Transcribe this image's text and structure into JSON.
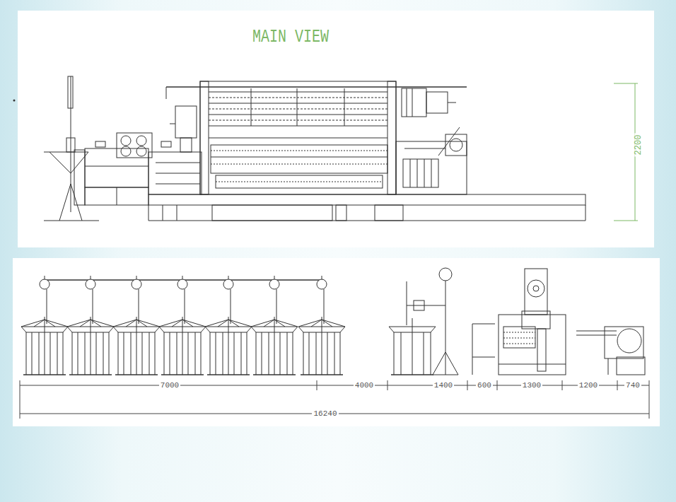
{
  "diagram": {
    "title": "MAIN VIEW",
    "labels": [
      "2200",
      "7000",
      "4000",
      "1400",
      "600",
      "1300",
      "1200",
      "740",
      "16240"
    ]
  }
}
